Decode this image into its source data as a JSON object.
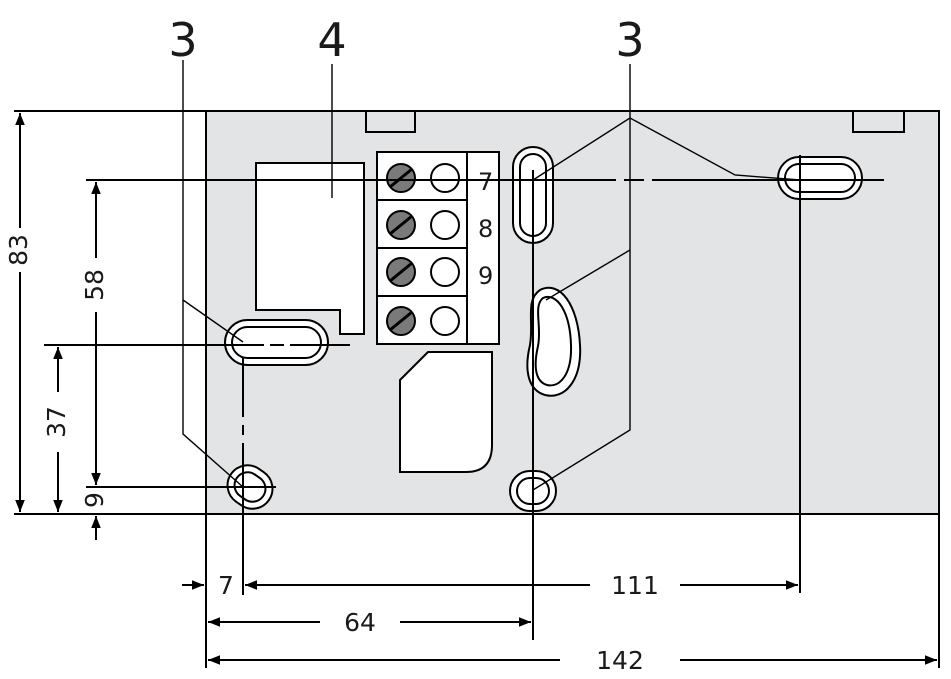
{
  "callouts": {
    "left_3": "3",
    "center_4": "4",
    "right_3": "3"
  },
  "terminals": [
    "7",
    "8",
    "9"
  ],
  "dimensions": {
    "height_total": "83",
    "height_58": "58",
    "height_37": "37",
    "height_9": "9",
    "width_7": "7",
    "width_111": "111",
    "width_64": "64",
    "width_142": "142"
  },
  "colors": {
    "plate_fill": "#e3e4e5",
    "lines": "#000000",
    "background": "#ffffff"
  }
}
